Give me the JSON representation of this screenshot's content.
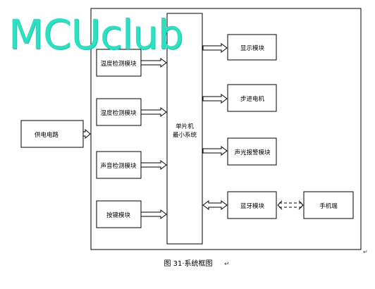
{
  "watermark": "MCUclub",
  "center_block": {
    "line1": "单片机",
    "line2": "最小系统"
  },
  "power_block": "供电电路",
  "left_blocks": [
    "温度检测模块",
    "湿度检测模块",
    "声音检测模块",
    "按键模块"
  ],
  "right_blocks": [
    "显示模块",
    "步进电机",
    "声光报警模块",
    "蓝牙模块"
  ],
  "phone_block": "手机端",
  "caption": "图 31·系统框图",
  "line_marks": {
    "right_border_mark": "↵",
    "caption_mark": "↵"
  }
}
